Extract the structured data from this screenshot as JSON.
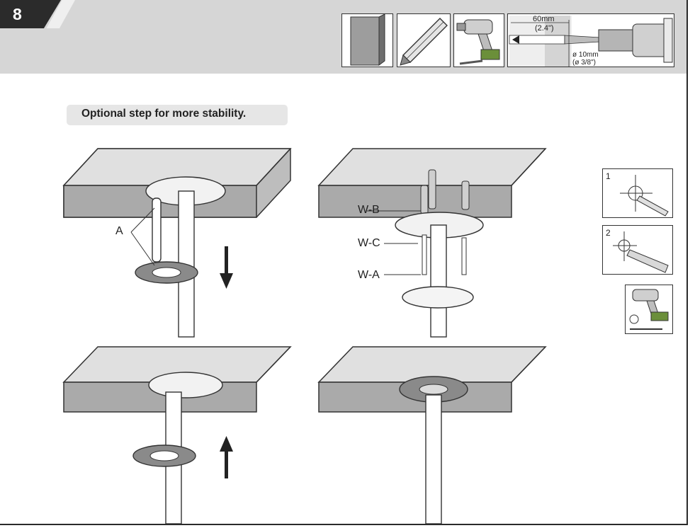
{
  "header": {
    "step_number": "8"
  },
  "drill_spec": {
    "depth_mm": "60mm",
    "depth_in": "(2.4\")",
    "diameter_mm": "ø 10mm",
    "diameter_in": "(ø 3/8\")"
  },
  "note": {
    "text": "Optional step for more stability."
  },
  "callouts": {
    "part_a": "A",
    "wb": "W-B",
    "wc": "W-C",
    "wa": "W-A"
  },
  "side_steps": {
    "mark_step": "1",
    "drill_step": "2"
  },
  "colors": {
    "band": "#d6d6d6",
    "tab": "#2b2b2b",
    "shelf": "#b8b8b8",
    "ring": "#8a8a8a"
  }
}
